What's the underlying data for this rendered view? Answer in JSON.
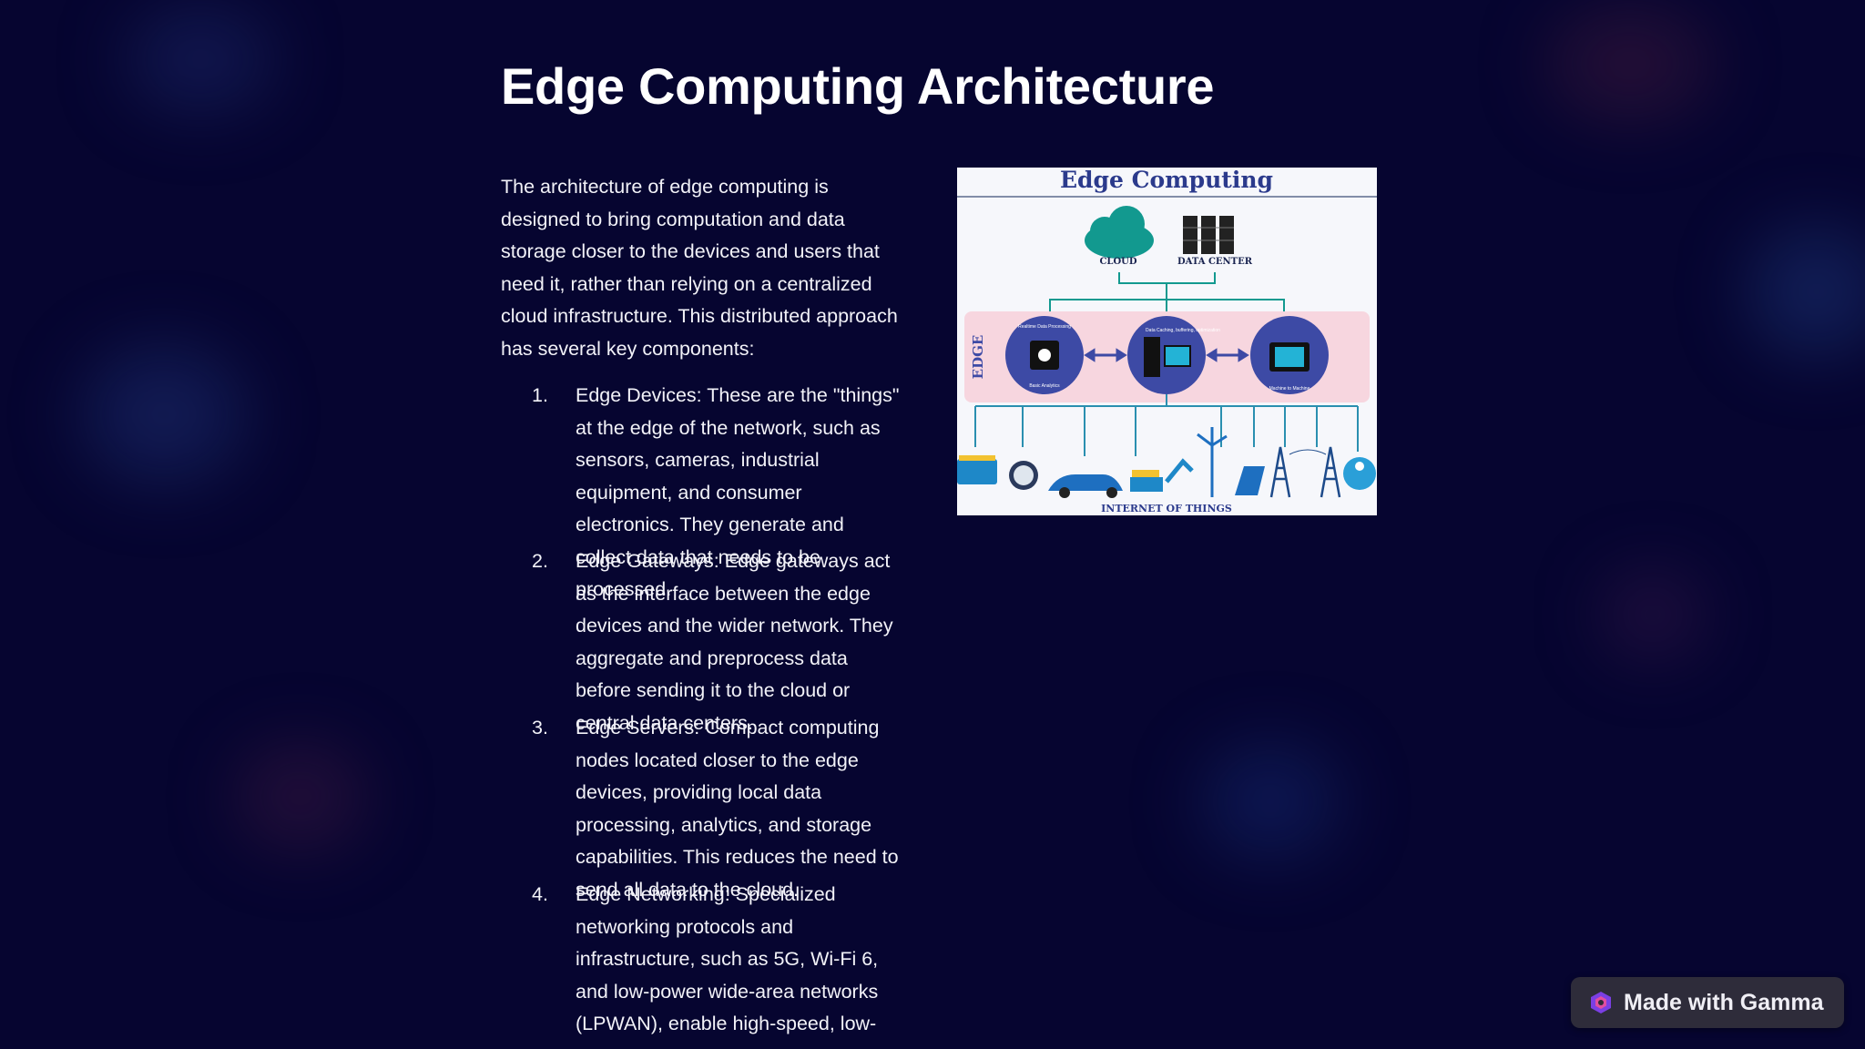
{
  "slide": {
    "title": "Edge Computing Architecture",
    "intro": "The architecture of edge computing is designed to bring computation and data storage closer to the devices and users that need it, rather than relying on a centralized cloud infrastructure. This distributed approach has several key components:",
    "items": [
      {
        "num": "1.",
        "text": "Edge Devices: These are the \"things\" at the edge of the network, such as sensors, cameras, industrial equipment, and consumer electronics. They generate and collect data that needs to be processed."
      },
      {
        "num": "2.",
        "text": "Edge Gateways: Edge gateways act as the interface between the edge devices and the wider network. They aggregate and preprocess data before sending it to the cloud or central data centers."
      },
      {
        "num": "3.",
        "text": "Edge Servers: Compact computing nodes located closer to the edge devices, providing local data processing, analytics, and storage capabilities. This reduces the need to send all data to the cloud."
      },
      {
        "num": "4.",
        "text": "Edge Networking: Specialized networking protocols and infrastructure, such as 5G, Wi-Fi 6, and low-power wide-area networks (LPWAN), enable high-speed, low-"
      }
    ]
  },
  "illustration": {
    "heading": "Edge Computing",
    "cloud_label": "CLOUD",
    "datacenter_label": "DATA CENTER",
    "edge_label": "EDGE",
    "node_labels": [
      "Realtime Data Processing",
      "Data Caching, buffering, optimization",
      "Machine to Machine"
    ],
    "node_sublabels": [
      "Basic Analytics"
    ],
    "footer_label": "INTERNET OF THINGS",
    "colors": {
      "heading": "#2b3a8c",
      "cloud": "#12998f",
      "edge_band": "#f7d6df",
      "node": "#3d4aa5",
      "lines": "#2a8fb0"
    }
  },
  "badge": {
    "label": "Made with Gamma",
    "icon": "gamma-logo-icon"
  }
}
